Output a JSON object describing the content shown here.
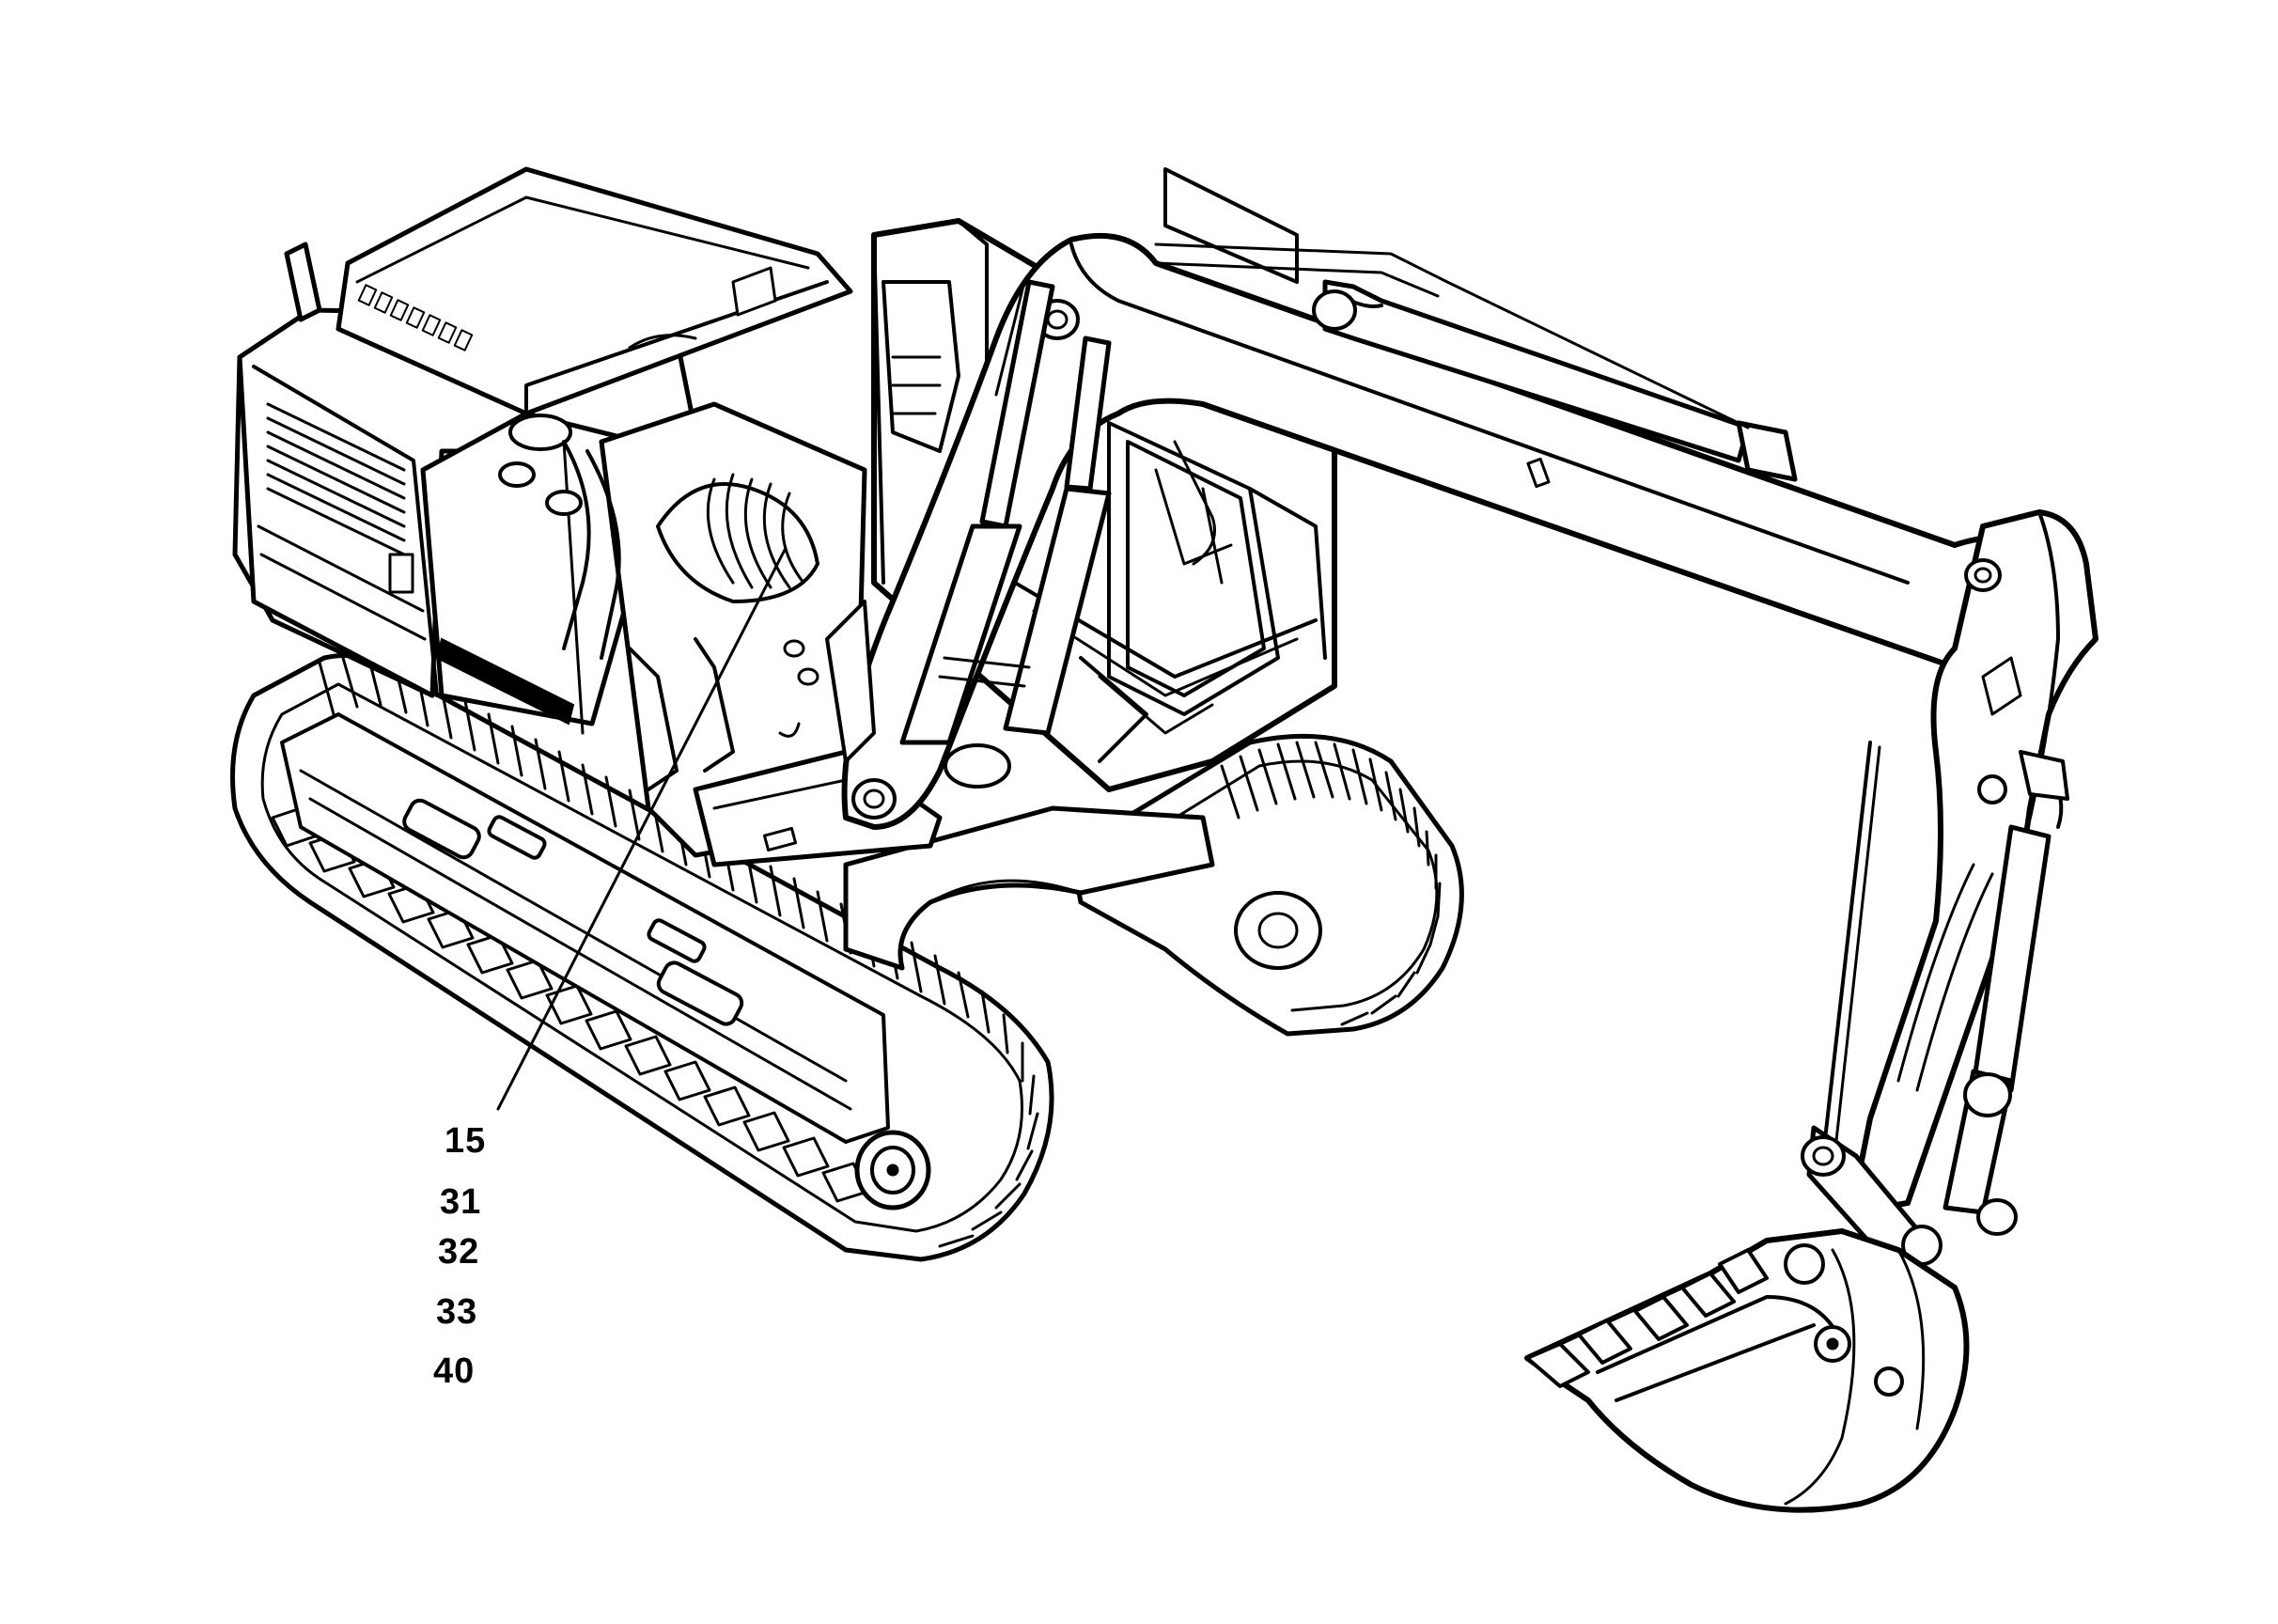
{
  "figure": {
    "subject": "excavator-line-drawing",
    "ink_color": "#000000",
    "paper_color": "#ffffff"
  },
  "callouts": {
    "labels": [
      "15",
      "31",
      "32",
      "33",
      "40"
    ]
  }
}
